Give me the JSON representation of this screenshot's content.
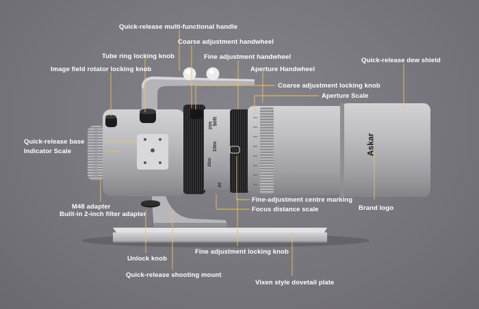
{
  "brand_logo_text": "Askar",
  "callouts": {
    "handle": "Quick-release multi-functional handle",
    "coarse_handwheel": "Coarse adjustment handwheel",
    "tube_ring_knob": "Tube ring locking knob",
    "fine_handwheel": "Fine adjustment handwheel",
    "rotator_knob": "Image field rotator locking knob",
    "aperture_handwheel": "Aperture Handwheel",
    "dew_shield": "Quick-release dew shield",
    "coarse_lock_knob": "Coarse adjustment locking knob",
    "aperture_scale": "Aperture Scale",
    "qr_base": "Quick-release base",
    "indicator_scale": "Indicator Scale",
    "centre_marking": "Fine-adjustment centre marking",
    "focus_scale": "Focus distance scale",
    "brand_logo": "Brand logo",
    "m48": "M48 adapter",
    "filter_adapter": "Built-in 2-inch filter adapter",
    "unlock_knob": "Unlock knob",
    "fine_lock_knob": "Fine adjustment locking knob",
    "shooting_mount": "Quick-release shooting mount",
    "dovetail": "Vixen style dovetail plate"
  },
  "scale_marks": {
    "ft_50": "50ft",
    "ft_25": "25ft",
    "m_10": "10m",
    "m_25": "25m",
    "ft_20": "20"
  },
  "colors": {
    "background": "#7a797f",
    "label_text": "#ffffff",
    "leader_line": "#f0c35a",
    "body_silver": "#b9b9bd",
    "black_grip": "#1b1b1d"
  }
}
